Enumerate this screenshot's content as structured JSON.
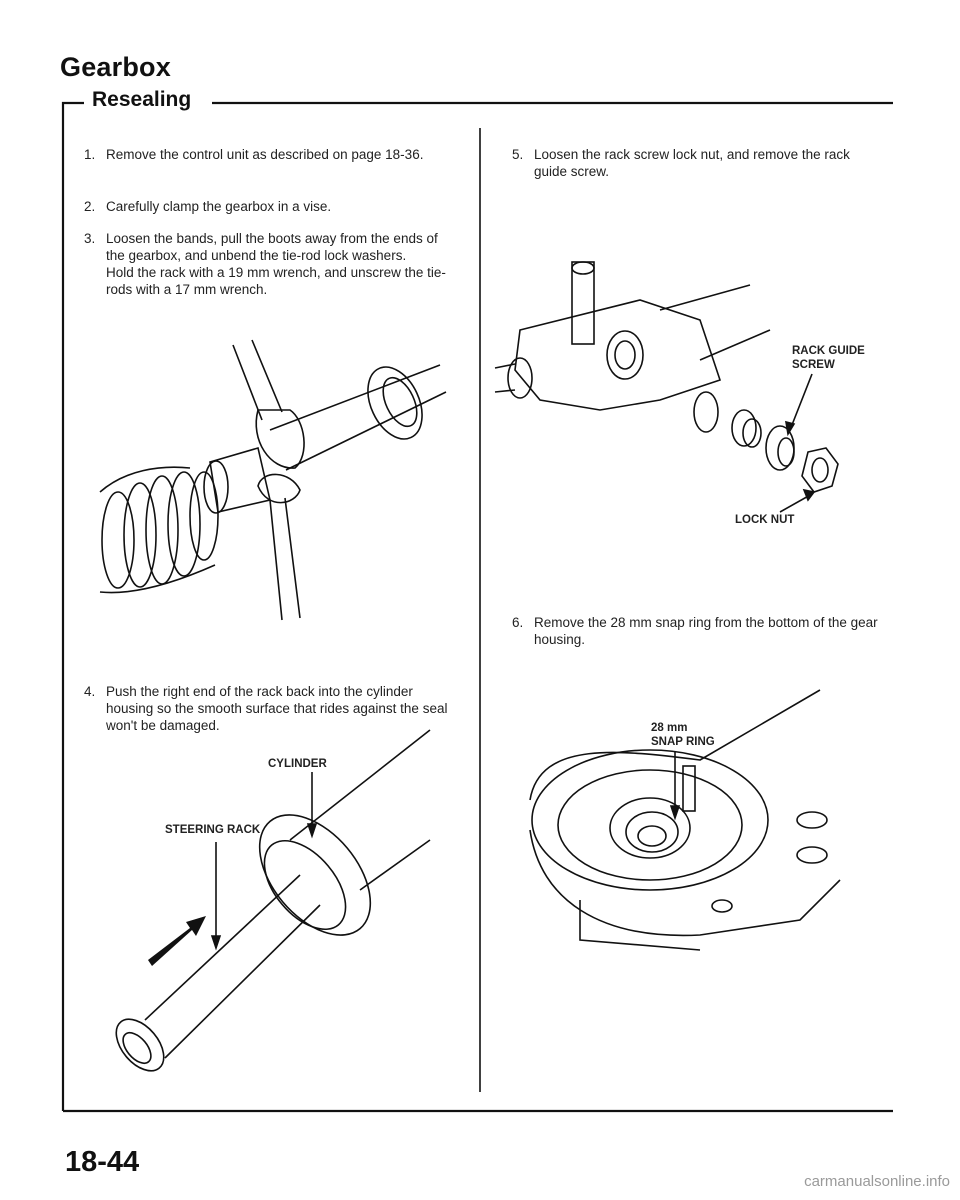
{
  "header": {
    "title": "Gearbox",
    "subtitle": "Resealing"
  },
  "steps": [
    {
      "num": "1.",
      "lines": [
        "Remove the control unit as described on page 18-36."
      ]
    },
    {
      "num": "2.",
      "lines": [
        "Carefully clamp the gearbox in a vise."
      ]
    },
    {
      "num": "3.",
      "lines": [
        "Loosen the bands, pull the boots away from the ends of the gearbox, and unbend the tie-rod lock washers.",
        "Hold the rack with a 19 mm wrench, and unscrew the tie-rods with a 17 mm wrench."
      ]
    },
    {
      "num": "4.",
      "lines": [
        "Push the right end of the rack back into the cylinder housing so the smooth surface that rides against the seal won't be damaged."
      ]
    },
    {
      "num": "5.",
      "lines": [
        "Loosen the rack screw lock nut, and remove the rack guide screw."
      ]
    },
    {
      "num": "6.",
      "lines": [
        "Remove the 28 mm snap ring from the bottom of the gear housing."
      ]
    }
  ],
  "callouts": {
    "cylinder": "CYLINDER",
    "steering_rack": "STEERING RACK",
    "rack_guide_screw_1": "RACK GUIDE",
    "rack_guide_screw_2": "SCREW",
    "lock_nut": "LOCK NUT",
    "snap_ring_1": "28 mm",
    "snap_ring_2": "SNAP RING"
  },
  "page_number": "18-44",
  "footer": "carmanualsonline.info"
}
